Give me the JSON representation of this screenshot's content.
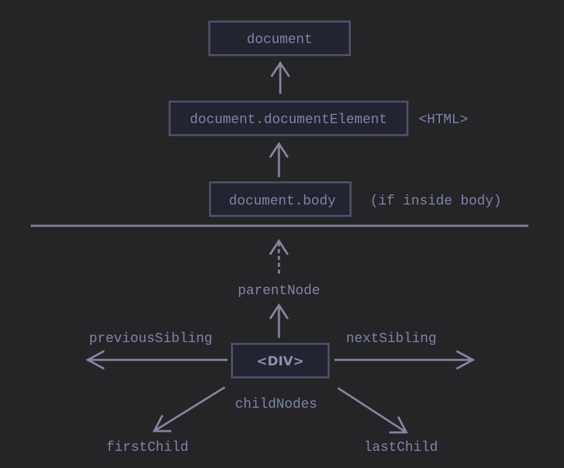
{
  "nodes": {
    "document": "document",
    "document_element": "document.documentElement",
    "html_note": "<HTML>",
    "body": "document.body",
    "body_note": "(if inside body)",
    "div": "<DIV>"
  },
  "relations": {
    "parent_node": "parentNode",
    "previous_sibling": "previousSibling",
    "next_sibling": "nextSibling",
    "child_nodes": "childNodes",
    "first_child": "firstChild",
    "last_child": "lastChild"
  },
  "colors": {
    "background": "#252528",
    "box_fill": "#22242f",
    "box_border": "#4d4f68",
    "text": "#7d84a8",
    "arrow": "#8486a0"
  }
}
